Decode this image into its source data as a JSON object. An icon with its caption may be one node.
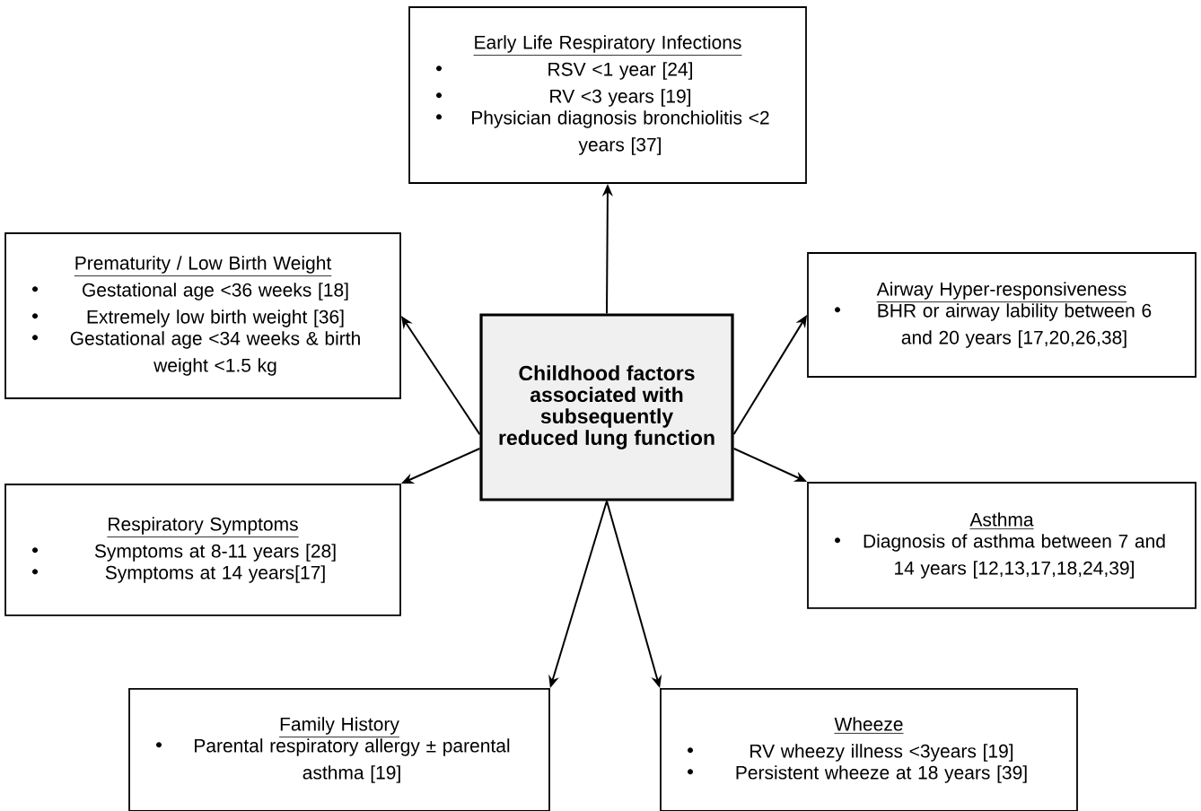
{
  "diagram": {
    "nodes": [
      {
        "text": [
          "Early Life Respiratory Infections",
          "RSV <1 year [24]",
          "RV <3 years [19]",
          "Physician diagnosis bronchiolitis <2 years [37]"
        ]
      },
      {
        "text": [
          "Prematurity / Low Birth Weight",
          "Gestational age <36 weeks [18]",
          "Extremely low birth weight [36]",
          "Gestational age <34 weeks & birth weight <1.5 kg"
        ]
      },
      {
        "text": [
          "Childhood factors associated with subsequently reduced lung function"
        ]
      },
      {
        "text": [
          "Airway Hyper-responsiveness",
          "BHR or airway lability between 6 and 20 years [17,20,26,38]"
        ]
      },
      {
        "text": [
          "Respiratory Symptoms",
          "Symptoms at 8-11 years [28]",
          "Symptoms at 14 years[17]"
        ]
      },
      {
        "text": [
          "Asthma",
          "Diagnosis of asthma between 7 and 14 years [12,13,17,18,24,39]"
        ]
      },
      {
        "text": [
          "Family History",
          "Parental respiratory allergy ± parental asthma [19]"
        ]
      },
      {
        "text": [
          "Wheeze",
          "RV wheezy illness <3years [19]",
          "Persistent wheeze at 18 years [39]"
        ]
      }
    ],
    "edges": [
      {
        "from": 2,
        "to": 0,
        "arrow": "to"
      },
      {
        "from": 2,
        "to": 1,
        "arrow": "to"
      },
      {
        "from": 2,
        "to": 3,
        "arrow": "to"
      },
      {
        "from": 2,
        "to": 4,
        "arrow": "to"
      },
      {
        "from": 2,
        "to": 5,
        "arrow": "to"
      },
      {
        "from": 2,
        "to": 6,
        "arrow": "to"
      },
      {
        "from": 2,
        "to": 7,
        "arrow": "to"
      }
    ]
  }
}
